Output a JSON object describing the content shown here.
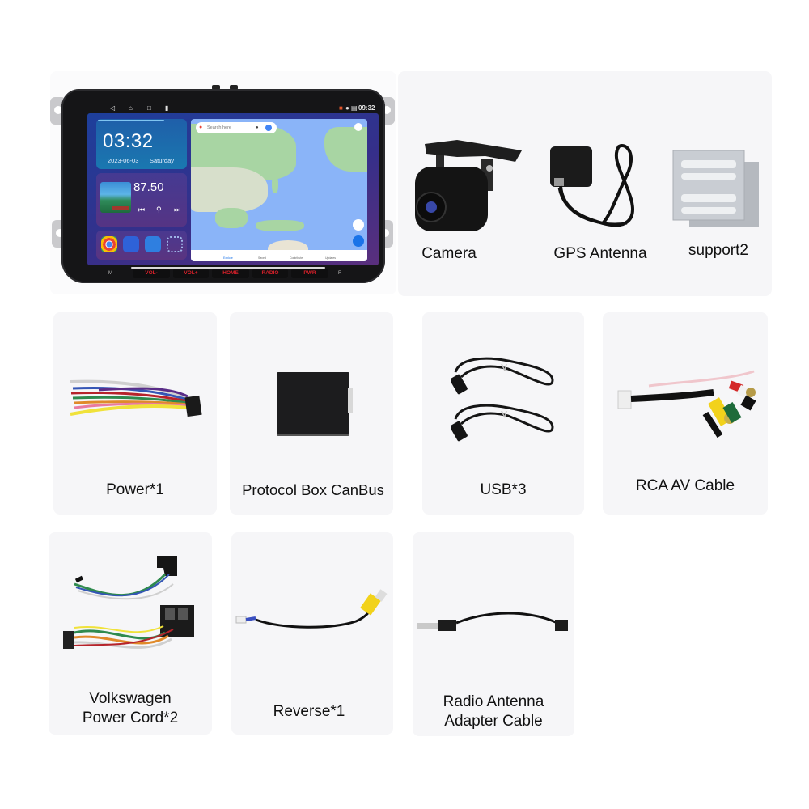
{
  "head_unit": {
    "status_bar": {
      "time": "09:32"
    },
    "clock_widget": {
      "time": "03:32",
      "date": "2023-06-03",
      "day": "Saturday"
    },
    "radio_widget": {
      "frequency": "87.50"
    },
    "map": {
      "search_placeholder": "Search here",
      "tabs": [
        "Explore",
        "Saved",
        "Contribute",
        "Updates"
      ]
    },
    "hardware_buttons": [
      "VOL-",
      "VOL+",
      "HOME",
      "RADIO",
      "PWR"
    ],
    "side_marks": {
      "left": "M",
      "right": "R"
    }
  },
  "accessories": [
    {
      "id": "camera",
      "label": "Camera"
    },
    {
      "id": "gps",
      "label": "GPS Antenna"
    },
    {
      "id": "support",
      "label": "support2"
    },
    {
      "id": "power",
      "label": "Power*1"
    },
    {
      "id": "canbus",
      "label": "Protocol Box CanBus"
    },
    {
      "id": "usb",
      "label": "USB*3"
    },
    {
      "id": "rca",
      "label": "RCA AV Cable"
    },
    {
      "id": "vw-power",
      "label_line1": "Volkswagen",
      "label_line2": "Power Cord*2"
    },
    {
      "id": "reverse",
      "label": "Reverse*1"
    },
    {
      "id": "radio-antenna",
      "label_line1": "Radio Antenna",
      "label_line2": "Adapter Cable"
    }
  ],
  "colors": {
    "card_bg": "#f6f6f8",
    "button_text_red": "#d8202a",
    "rca_yellow": "#f2d21b",
    "rca_red": "#d42a2a"
  }
}
